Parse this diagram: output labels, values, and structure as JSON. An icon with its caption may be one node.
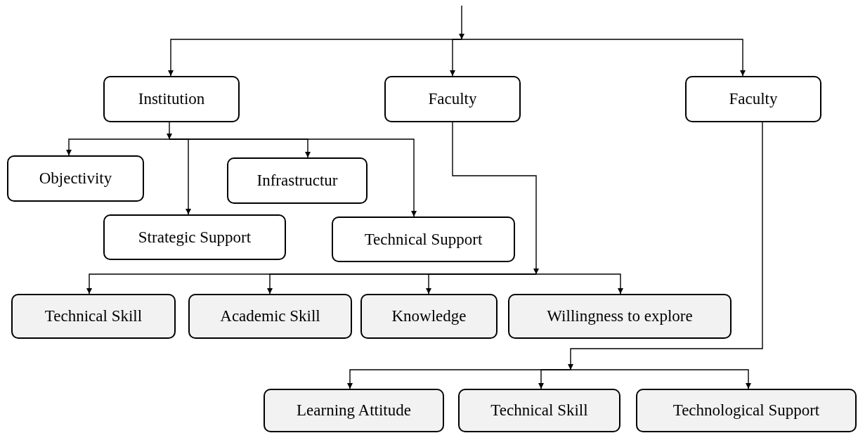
{
  "diagram": {
    "nodes": [
      {
        "text": [
          "Institution"
        ]
      },
      {
        "text": [
          "Faculty"
        ]
      },
      {
        "text": [
          "Faculty"
        ]
      },
      {
        "text": [
          "Objectivity"
        ]
      },
      {
        "text": [
          "Strategic Support"
        ]
      },
      {
        "text": [
          "Infrastructur"
        ]
      },
      {
        "text": [
          "Technical Support"
        ]
      },
      {
        "text": [
          "Technical Skill"
        ]
      },
      {
        "text": [
          "Academic Skill"
        ]
      },
      {
        "text": [
          "Knowledge"
        ]
      },
      {
        "text": [
          "Willingness to explore"
        ]
      },
      {
        "text": [
          "Learning Attitude"
        ]
      },
      {
        "text": [
          "Technical Skill"
        ]
      },
      {
        "text": [
          "Technological Support"
        ]
      }
    ],
    "edges": [
      {
        "from": null,
        "to": 0,
        "arrow": "to"
      },
      {
        "from": null,
        "to": 1,
        "arrow": "to"
      },
      {
        "from": null,
        "to": 2,
        "arrow": "to"
      },
      {
        "from": 0,
        "to": 3,
        "arrow": "to"
      },
      {
        "from": 0,
        "to": 4,
        "arrow": "to"
      },
      {
        "from": 0,
        "to": 5,
        "arrow": "to"
      },
      {
        "from": 0,
        "to": 6,
        "arrow": "to"
      },
      {
        "from": 1,
        "to": 7,
        "arrow": "to"
      },
      {
        "from": 1,
        "to": 8,
        "arrow": "to"
      },
      {
        "from": 1,
        "to": 9,
        "arrow": "to"
      },
      {
        "from": 1,
        "to": 10,
        "arrow": "to"
      },
      {
        "from": 2,
        "to": 11,
        "arrow": "to"
      },
      {
        "from": 2,
        "to": 12,
        "arrow": "to"
      },
      {
        "from": 2,
        "to": 13,
        "arrow": "to"
      }
    ]
  }
}
